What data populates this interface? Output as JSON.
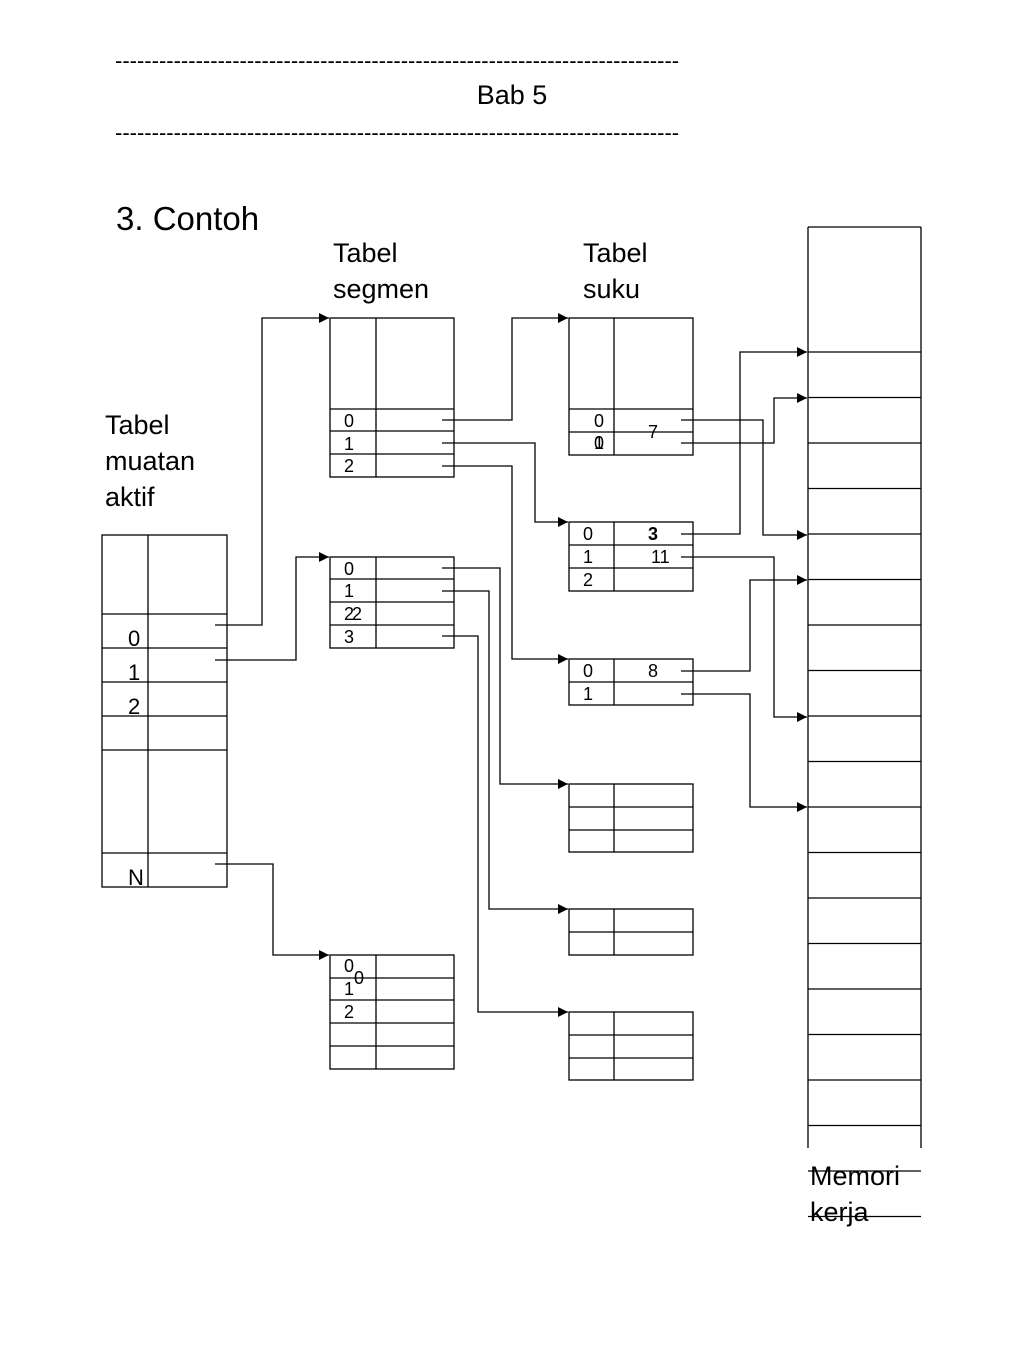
{
  "header": {
    "rule_top": "-----------------------------------------------------------------------------",
    "chapter": "Bab 5",
    "rule_bottom": "-----------------------------------------------------------------------------"
  },
  "section_title": "3. Contoh",
  "labels": {
    "tabel_segmen": [
      "Tabel",
      "segmen"
    ],
    "tabel_suku": [
      "Tabel",
      "suku"
    ],
    "tabel_muatan_aktif": [
      "Tabel",
      "muatan",
      "aktif"
    ],
    "memori_kerja": [
      "Memori",
      "kerja"
    ]
  },
  "muatan_aktif": {
    "indices": [
      "0",
      "1",
      "2",
      "N"
    ]
  },
  "segmen_tables": [
    {
      "indices": [
        "0",
        "1",
        "2"
      ]
    },
    {
      "indices": [
        "0",
        "1",
        "2",
        "3"
      ],
      "overprint": {
        "row": 2,
        "text": "2"
      }
    },
    {
      "indices": [
        "0",
        "1",
        "2"
      ],
      "overprint": {
        "row": 0,
        "text": "0"
      }
    }
  ],
  "suku_tables": [
    {
      "indices": [
        "0",
        "0"
      ],
      "overprint": {
        "row": 1,
        "text": "1"
      },
      "values": [
        "7"
      ]
    },
    {
      "indices": [
        "0",
        "1",
        "2"
      ],
      "values": [
        "3",
        "11"
      ]
    },
    {
      "indices": [
        "0",
        "1"
      ],
      "values": [
        "8"
      ]
    }
  ],
  "memory": {
    "slots": 20
  }
}
